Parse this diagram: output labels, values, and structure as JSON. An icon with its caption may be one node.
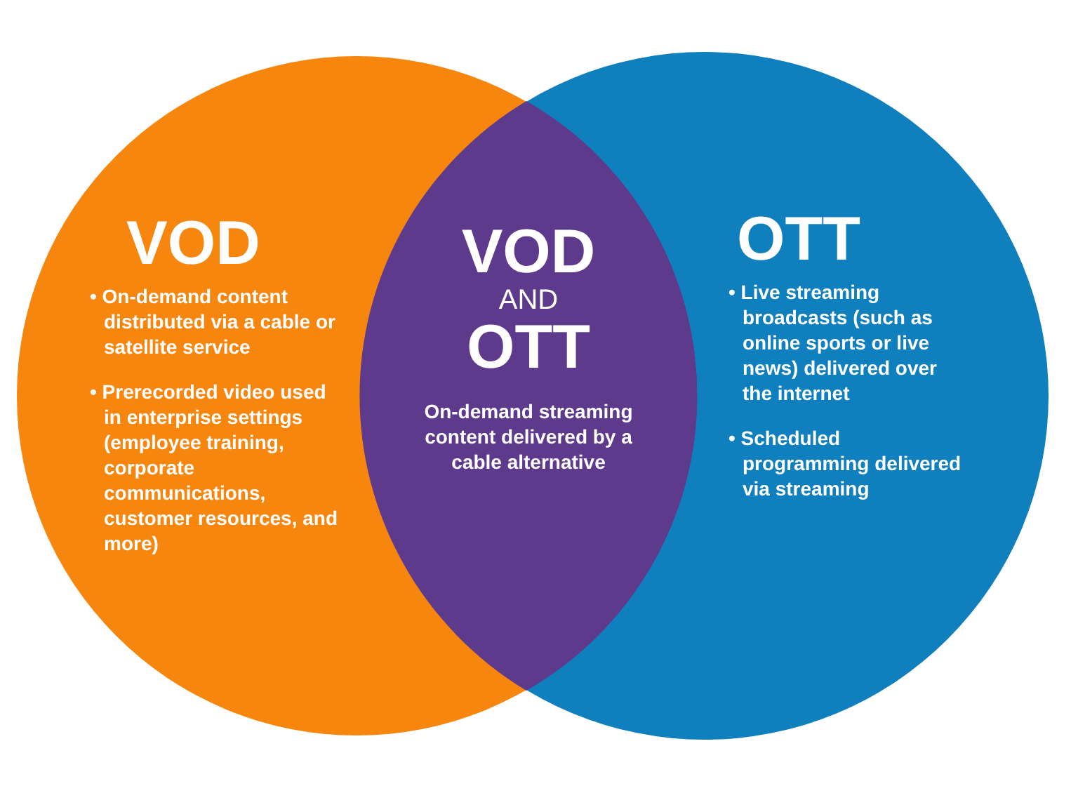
{
  "diagram": {
    "nodes": [
      {
        "text": [
          "VOD",
          "• On-demand content distributed via a cable or satellite service",
          "• Prerecorded video used in enterprise settings (employee training, corporate communications, customer resources, and more)"
        ]
      },
      {
        "text": [
          "OTT",
          "• Live streaming broadcasts (such as online sports or live news) delivered over the internet",
          "• Scheduled programming delivered via streaming"
        ]
      },
      {
        "text": [
          "VOD",
          "AND",
          "OTT",
          "On-demand streaming content delivered by a cable alternative"
        ]
      }
    ]
  }
}
